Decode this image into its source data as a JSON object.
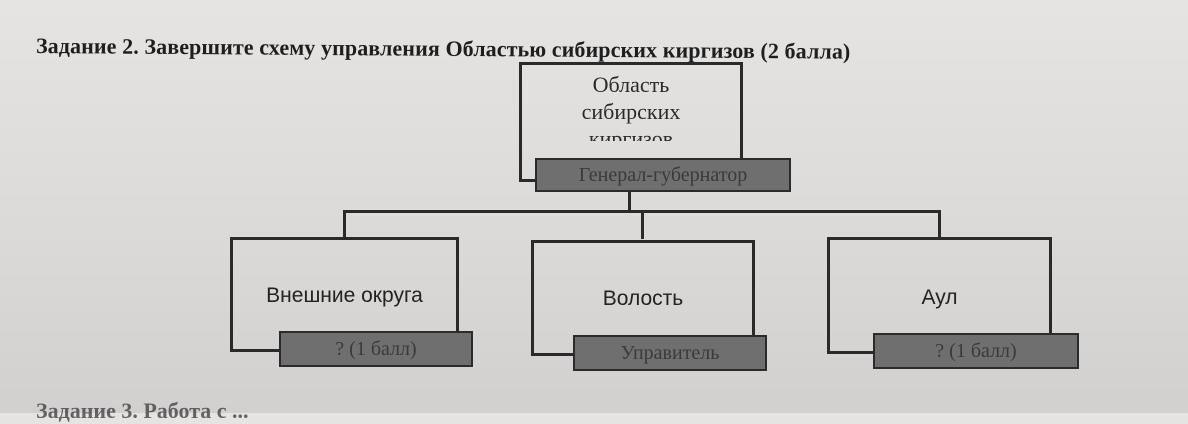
{
  "task": {
    "title": "Задание 2. Завершите схему управления Областью сибирских киргизов (2 балла)"
  },
  "diagram": {
    "root": {
      "lines": [
        "Область",
        "сибирских",
        "киргизов"
      ],
      "tag": "Генерал-губернатор"
    },
    "children": [
      {
        "label": "Внешние округа",
        "tag": "? (1 балл)"
      },
      {
        "label": "Волость",
        "tag": "Управитель"
      },
      {
        "label": "Аул",
        "tag": "? (1 балл)"
      }
    ]
  },
  "footer": {
    "next_task": "Задание 3. Работа с ..."
  }
}
